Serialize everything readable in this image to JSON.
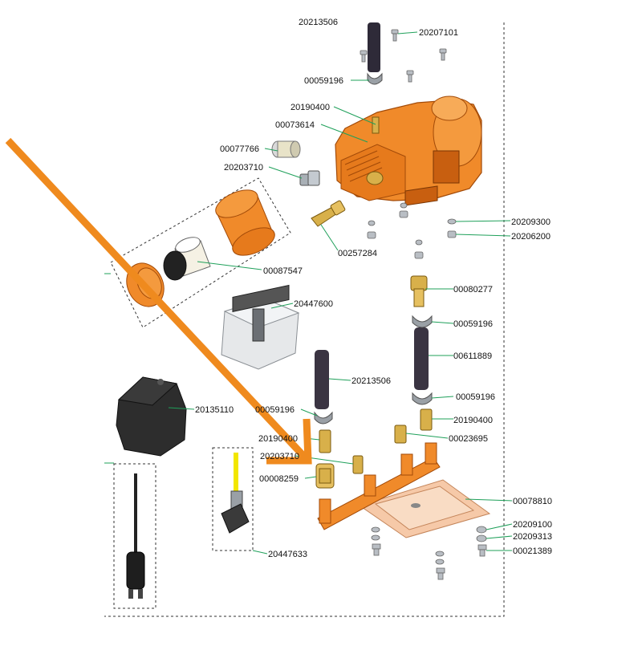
{
  "diagram": {
    "colors": {
      "orange": "#f08a2a",
      "orange_dark": "#c85f10",
      "leader": "#1fa05a",
      "arrow": "#ef8a1e",
      "brass": "#d8b04a",
      "hose": "#2e2a38",
      "black_part": "#2a2a2a",
      "plate": "#f6c9a8"
    },
    "part_labels": {
      "p20213506_top": "20213506",
      "p20207101": "20207101",
      "p00059196_a": "00059196",
      "p20190400_a": "20190400",
      "p00073614": "00073614",
      "p00077766": "00077766",
      "p20203710_a": "20203710",
      "p20209300": "20209300",
      "p20206200": "20206200",
      "p00257284": "00257284",
      "p00087547": "00087547",
      "p00080277": "00080277",
      "p20447600": "20447600",
      "p00059196_b": "00059196",
      "p00611889": "00611889",
      "p20213506_b": "20213506",
      "p00059196_c": "00059196",
      "p20135110": "20135110",
      "p00059196_d": "00059196",
      "p20190400_b": "20190400",
      "p20190400_c": "20190400",
      "p00023695": "00023695",
      "p20203710_b": "20203710",
      "p00008259": "00008259",
      "p00078810": "00078810",
      "p20209100": "20209100",
      "p20209313": "20209313",
      "p00021389": "00021389",
      "p20447633": "20447633"
    }
  }
}
